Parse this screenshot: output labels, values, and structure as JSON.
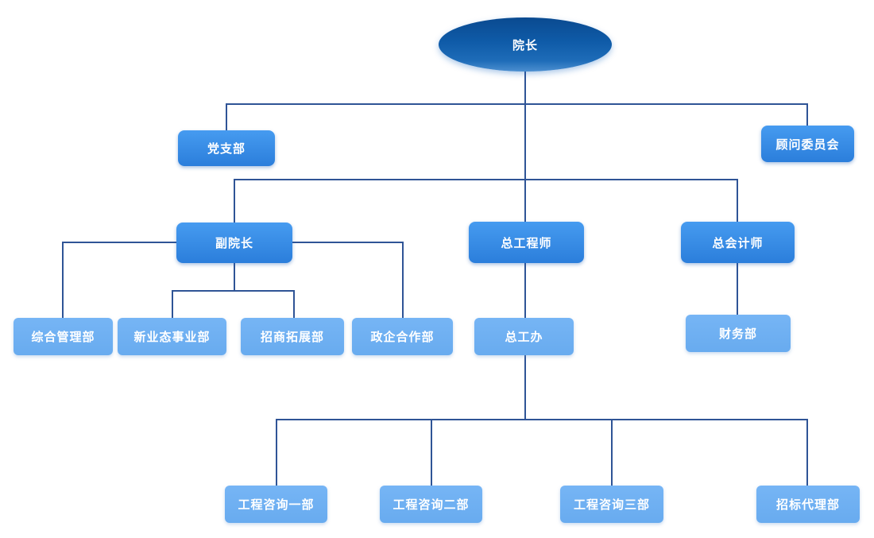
{
  "diagram": {
    "type": "org-chart",
    "background": "#FFFFFF",
    "colors": {
      "root_fill": "#0E5AA6",
      "mid_fill": "#2E86E2",
      "leaf_fill": "#6FB1F3",
      "connector": "#2F5496",
      "text": "#FFFFFF"
    },
    "nodes": {
      "president": {
        "label": "院长",
        "level": 1,
        "shape": "ellipse"
      },
      "party_branch": {
        "label": "党支部",
        "level": 2,
        "shape": "rect"
      },
      "advisory_committee": {
        "label": "顾问委员会",
        "level": 2,
        "shape": "rect"
      },
      "vice_president": {
        "label": "副院长",
        "level": 2,
        "shape": "rect"
      },
      "chief_engineer": {
        "label": "总工程师",
        "level": 2,
        "shape": "rect"
      },
      "chief_accountant": {
        "label": "总会计师",
        "level": 2,
        "shape": "rect"
      },
      "general_management": {
        "label": "综合管理部",
        "level": 3,
        "shape": "rect"
      },
      "new_business": {
        "label": "新业态事业部",
        "level": 3,
        "shape": "rect"
      },
      "investment_promotion": {
        "label": "招商拓展部",
        "level": 3,
        "shape": "rect"
      },
      "gov_enterprise_cooperation": {
        "label": "政企合作部",
        "level": 3,
        "shape": "rect"
      },
      "chief_engineer_office": {
        "label": "总工办",
        "level": 3,
        "shape": "rect"
      },
      "finance": {
        "label": "财务部",
        "level": 3,
        "shape": "rect"
      },
      "engineering_consulting_1": {
        "label": "工程咨询一部",
        "level": 4,
        "shape": "rect"
      },
      "engineering_consulting_2": {
        "label": "工程咨询二部",
        "level": 4,
        "shape": "rect"
      },
      "engineering_consulting_3": {
        "label": "工程咨询三部",
        "level": 4,
        "shape": "rect"
      },
      "bidding_agency": {
        "label": "招标代理部",
        "level": 4,
        "shape": "rect"
      }
    },
    "hierarchy": {
      "president": [
        "party_branch",
        "advisory_committee",
        "vice_president",
        "chief_engineer",
        "chief_accountant"
      ],
      "vice_president": [
        "general_management",
        "new_business",
        "investment_promotion",
        "gov_enterprise_cooperation"
      ],
      "chief_engineer": [
        "chief_engineer_office"
      ],
      "chief_accountant": [
        "finance"
      ],
      "chief_engineer_office": [
        "engineering_consulting_1",
        "engineering_consulting_2",
        "engineering_consulting_3",
        "bidding_agency"
      ]
    }
  }
}
